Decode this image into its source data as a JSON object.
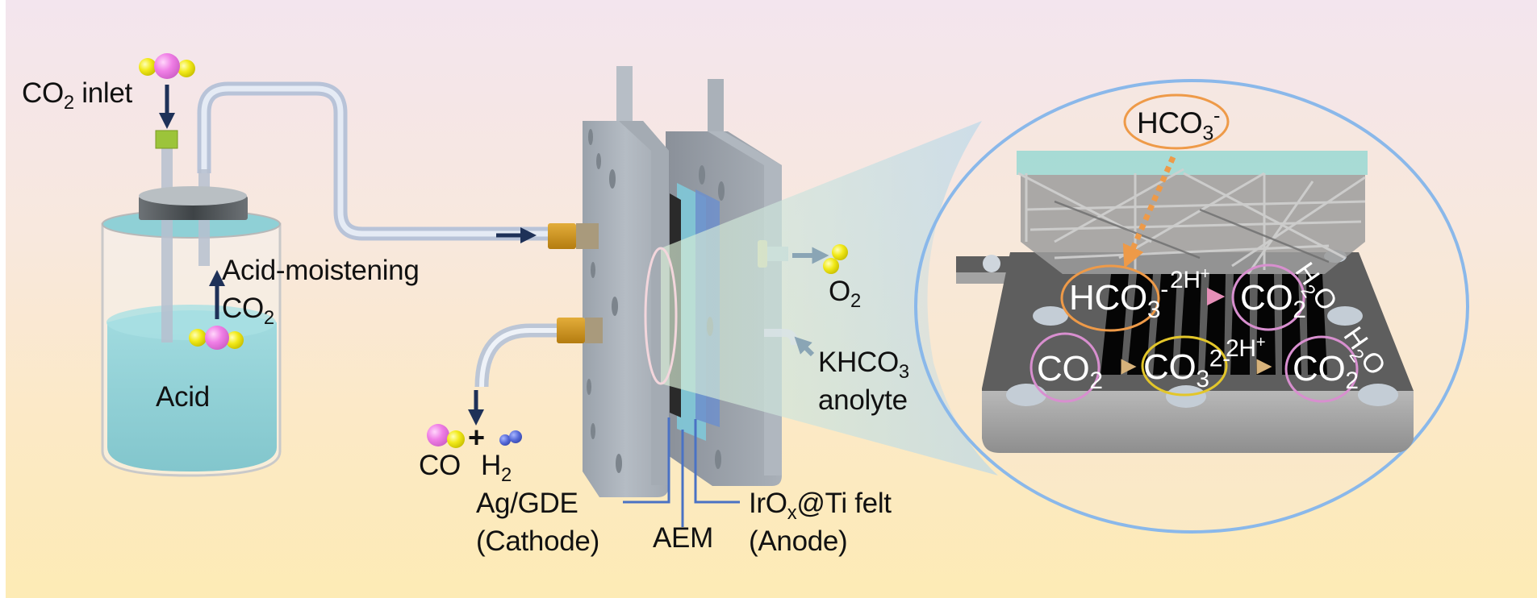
{
  "figure": {
    "type": "schematic",
    "subject": "Acid-moistened CO2 flow electrolyzer with bicarbonate crossover recovery",
    "colors": {
      "background_top": "#f3e5ee",
      "background_bottom": "#fdebb5",
      "arrow_navy": "#1e3158",
      "callout_blue": "#4a72c4",
      "carbon_pink": "#f07fe6",
      "oxygen_yellow": "#f2ea1a",
      "hydrogen_blue": "#5569d8",
      "magnifier_blue": "#8ab8ea",
      "hco3_orange": "#ee9a48",
      "co2_pink_ring": "#d88fcf",
      "co3_yellow_ring": "#e3c62a",
      "plate_dark": "#5e5e5e",
      "acid_teal": "#86d0d6",
      "fitting_gold": "#d59a1e"
    }
  },
  "labels": {
    "co2_inlet": {
      "main": "CO",
      "sub": "2",
      "tail": " inlet"
    },
    "acid_moistening": "Acid-moistening",
    "acid_co2": {
      "main": "CO",
      "sub": "2"
    },
    "acid": "Acid",
    "co": "CO",
    "plus": "+",
    "h2": {
      "main": "H",
      "sub": "2"
    },
    "o2": {
      "main": "O",
      "sub": "2"
    },
    "khco3": {
      "main": "KHCO",
      "sub": "3"
    },
    "anolyte": "anolyte",
    "ag_gde": "Ag/GDE",
    "cathode": "(Cathode)",
    "aem": "AEM",
    "irox_main": "IrO",
    "irox_sub": "x",
    "irox_tail": "@Ti felt",
    "anode": "(Anode)"
  },
  "inset": {
    "hco3_top": {
      "main": "HCO",
      "sub": "3",
      "sup": "-"
    },
    "row1": {
      "reactant": {
        "main": "HCO",
        "sub": "3",
        "sup": "-"
      },
      "reagent": {
        "main": "2H",
        "sup": "+"
      },
      "product": {
        "main": "CO",
        "sub": "2"
      }
    },
    "row2": {
      "reactant": {
        "main": "CO",
        "sub": "2"
      },
      "intermediate": {
        "main": "CO",
        "sub": "3",
        "sup": "2-"
      },
      "reagent": {
        "main": "2H",
        "sup": "+"
      },
      "product": {
        "main": "CO",
        "sub": "2"
      }
    },
    "water_1": {
      "main": "H",
      "sub": "2",
      "tail": "O"
    },
    "water_2": {
      "main": "H",
      "sub": "2",
      "tail": "O"
    }
  }
}
